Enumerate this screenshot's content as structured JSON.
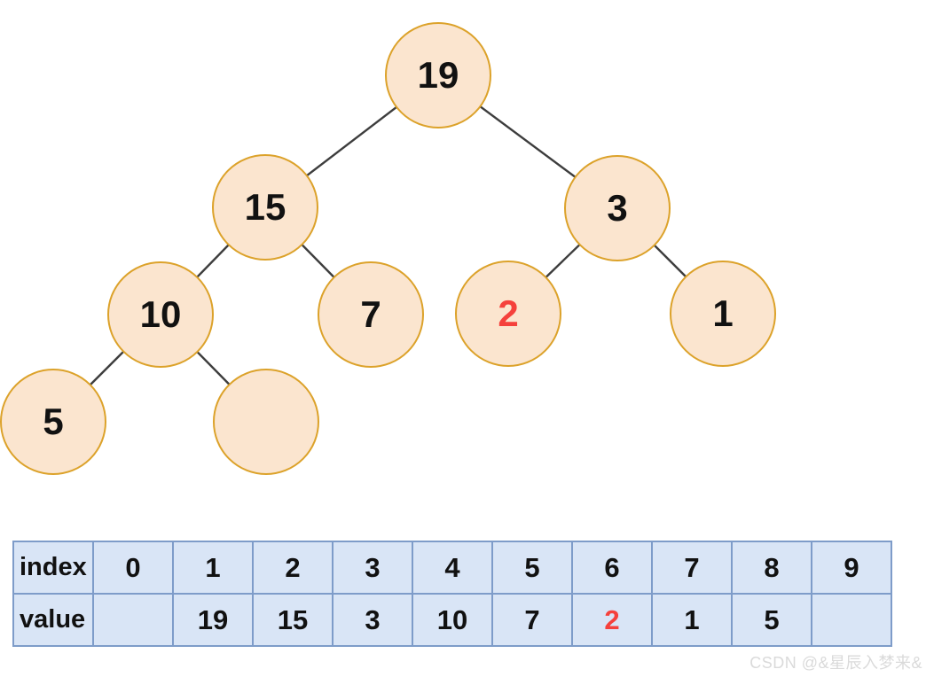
{
  "tree": {
    "nodes": [
      {
        "id": "root",
        "value": "19",
        "highlighted": false
      },
      {
        "id": "left",
        "value": "15",
        "highlighted": false
      },
      {
        "id": "right",
        "value": "3",
        "highlighted": false
      },
      {
        "id": "left-left",
        "value": "10",
        "highlighted": false
      },
      {
        "id": "left-right",
        "value": "7",
        "highlighted": false
      },
      {
        "id": "right-left",
        "value": "2",
        "highlighted": true
      },
      {
        "id": "right-right",
        "value": "1",
        "highlighted": false
      },
      {
        "id": "left-left-left",
        "value": "5",
        "highlighted": false
      },
      {
        "id": "left-left-right",
        "value": "",
        "highlighted": false
      }
    ],
    "edges": [
      [
        "19",
        "15"
      ],
      [
        "19",
        "3"
      ],
      [
        "15",
        "10"
      ],
      [
        "15",
        "7"
      ],
      [
        "3",
        "2"
      ],
      [
        "3",
        "1"
      ],
      [
        "10",
        "5"
      ],
      [
        "10",
        "empty"
      ]
    ]
  },
  "heap_table": {
    "row_labels": [
      "index",
      "value"
    ],
    "index_row": [
      "0",
      "1",
      "2",
      "3",
      "4",
      "5",
      "6",
      "7",
      "8",
      "9"
    ],
    "value_row": [
      "",
      "19",
      "15",
      "3",
      "10",
      "7",
      "2",
      "1",
      "5",
      ""
    ],
    "highlighted_value_index": 6
  },
  "watermark": "CSDN @&星辰入梦来&",
  "colors": {
    "node_fill": "#fbe5cf",
    "node_border": "#dca22a",
    "node_text": "#111111",
    "highlight_text": "#f5413c",
    "edge": "#3d3d3d",
    "table_cell_fill": "#d9e5f6",
    "table_border": "#7e9cc9",
    "watermark_text": "#dadada",
    "background": "#ffffff"
  }
}
